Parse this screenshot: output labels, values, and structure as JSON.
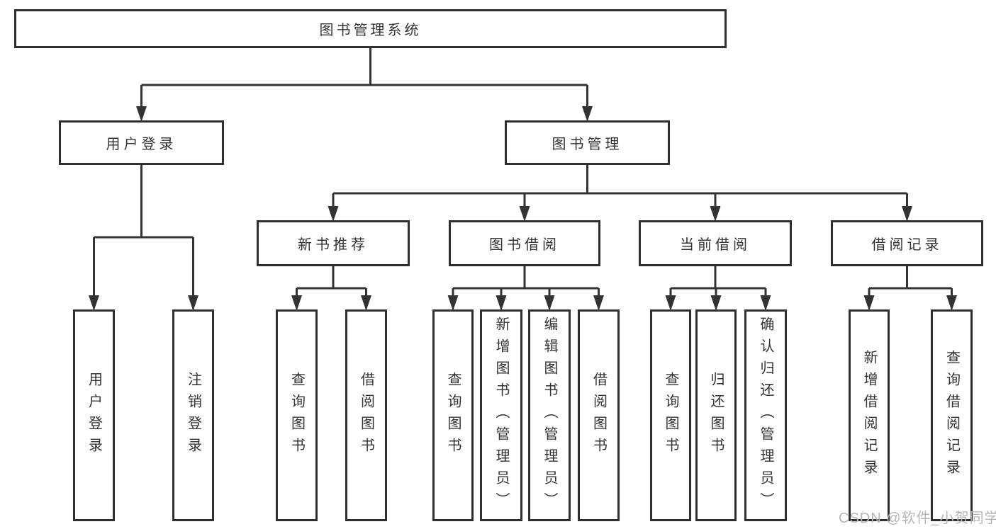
{
  "diagram": {
    "root": {
      "label": "图书管理系统"
    },
    "branches": [
      {
        "label": "用户登录",
        "leaves": [
          "用户登录",
          "注销登录"
        ]
      },
      {
        "label": "图书管理",
        "children": [
          {
            "label": "新书推荐",
            "leaves": [
              "查询图书",
              "借阅图书"
            ]
          },
          {
            "label": "图书借阅",
            "leaves": [
              "查询图书",
              "新增图书（管理员）",
              "编辑图书（管理员）",
              "借阅图书"
            ]
          },
          {
            "label": "当前借阅",
            "leaves": [
              "查询图书",
              "归还图书",
              "确认归还（管理员）"
            ]
          },
          {
            "label": "借阅记录",
            "leaves": [
              "新增借阅记录",
              "查询借阅记录"
            ]
          }
        ]
      }
    ]
  },
  "watermark": {
    "text": "CSDN @软件_小贺同学"
  },
  "colors": {
    "line": "#333333",
    "box_border": "#2f2f2f",
    "text": "#333333",
    "background": "#ffffff",
    "watermark": "#b6b6b6"
  }
}
